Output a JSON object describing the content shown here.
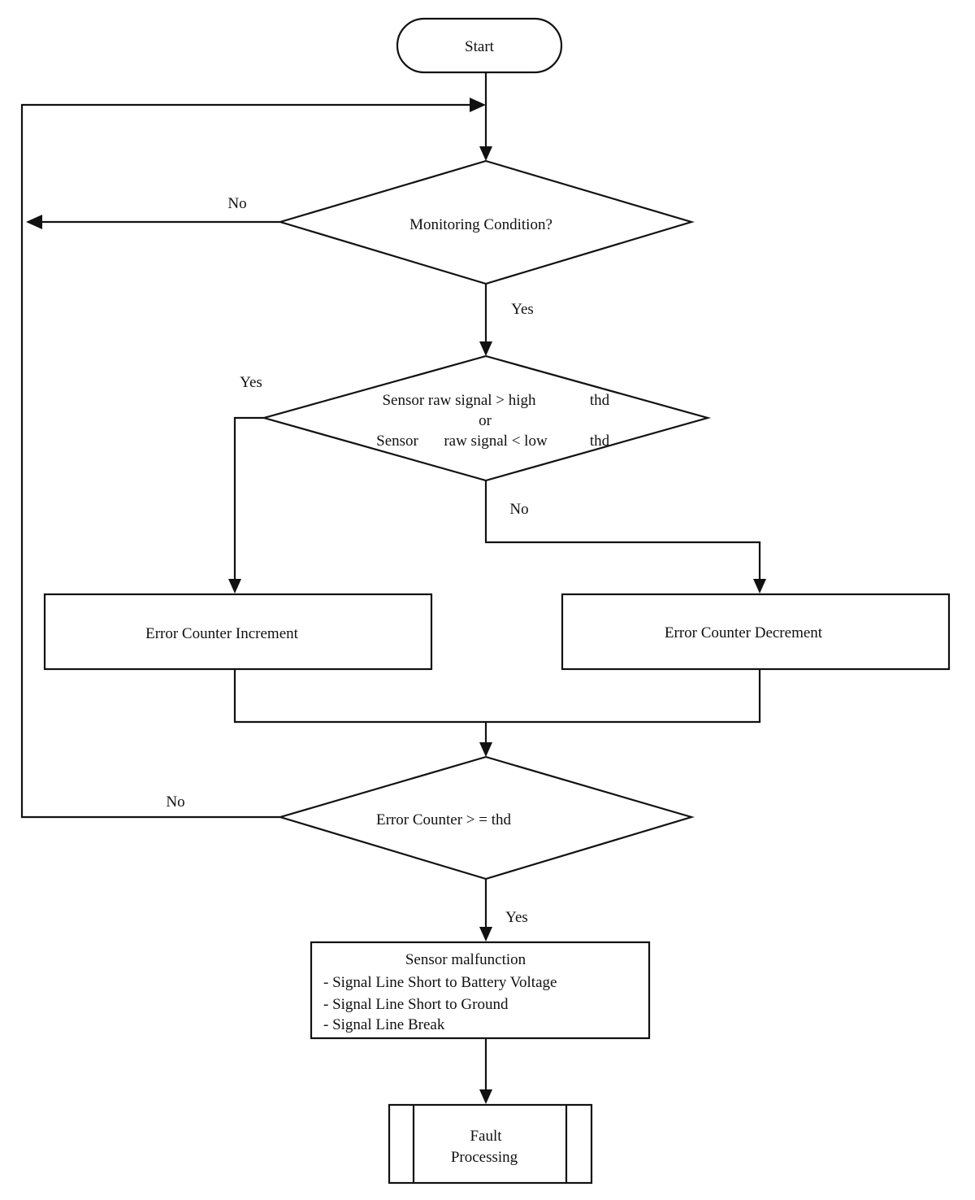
{
  "flowchart": {
    "start": "Start",
    "monitoring_condition": "Monitoring Condition?",
    "threshold_check": {
      "line1_a": "Sensor raw signal > high",
      "line1_b": "thd",
      "line2": "or",
      "line3_a": "Sensor",
      "line3_b": "raw signal < low",
      "line3_c": "thd"
    },
    "increment": "Error Counter Increment",
    "decrement": "Error Counter Decrement",
    "counter_check": "Error Counter > = thd",
    "malfunction": {
      "title": "Sensor malfunction",
      "items": [
        "- Signal Line Short to Battery Voltage",
        "- Signal Line Short to Ground",
        "- Signal Line Break"
      ]
    },
    "fault": {
      "line1": "Fault",
      "line2": "Processing"
    },
    "labels": {
      "monitoring_no": "No",
      "monitoring_yes": "Yes",
      "threshold_yes": "Yes",
      "threshold_no": "No",
      "counter_no": "No",
      "counter_yes": "Yes"
    }
  }
}
